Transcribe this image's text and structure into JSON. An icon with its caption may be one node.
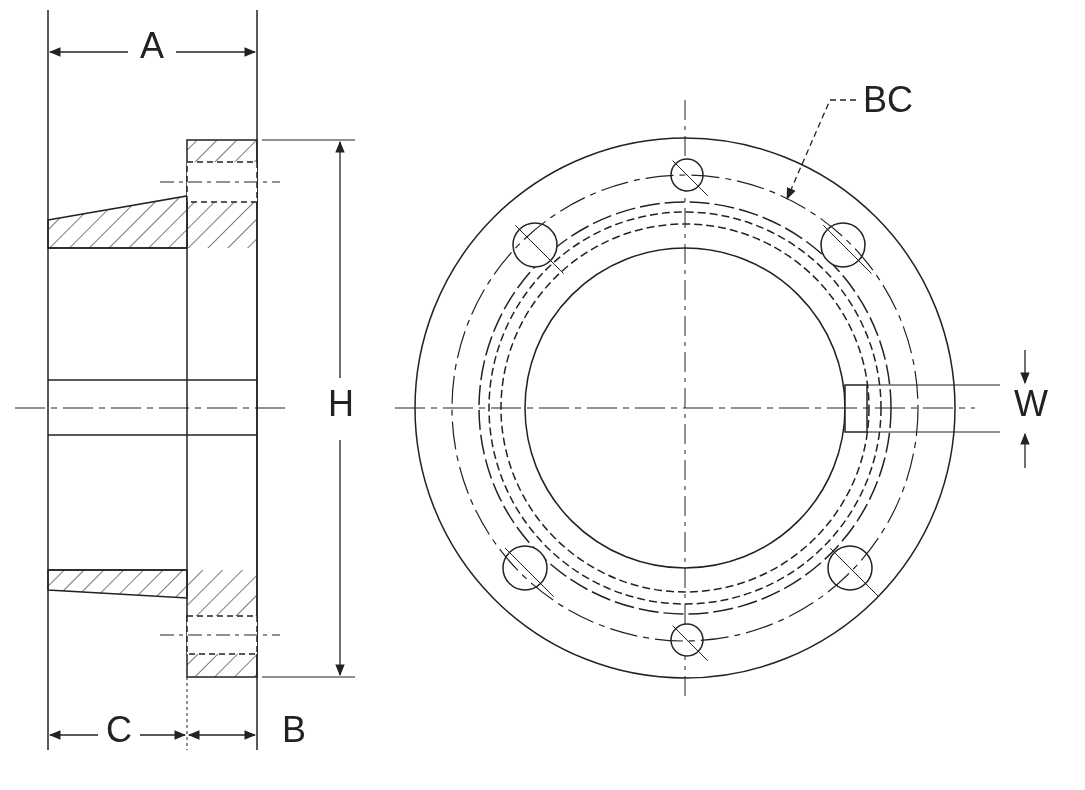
{
  "diagram": {
    "nodes": [
      {
        "text": [
          "BC"
        ]
      },
      {
        "text": [],
        "shape": "circle"
      }
    ],
    "edges": [
      {
        "from": 0,
        "to": 1,
        "arrow": "to",
        "style": "dashed"
      }
    ],
    "labels": [
      "A",
      "H",
      "C",
      "B",
      "W"
    ]
  }
}
